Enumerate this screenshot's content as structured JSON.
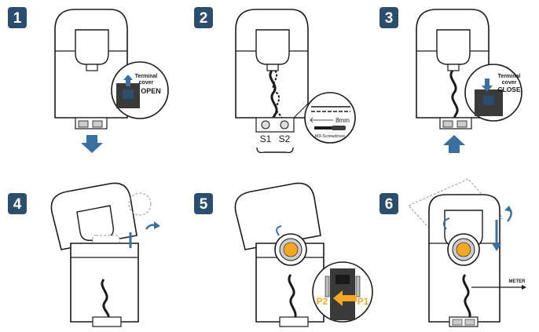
{
  "steps": [
    {
      "number": "1",
      "callout_line1": "Terminal",
      "callout_line2": "cover",
      "callout_line3": "OPEN"
    },
    {
      "number": "2",
      "terminal_left": "S1",
      "terminal_right": "S2",
      "strip_length": "8mm",
      "tool": "M3-Screwdriver"
    },
    {
      "number": "3",
      "callout_line1": "Terminal",
      "callout_line2": "cover",
      "callout_line3": "CLOSE"
    },
    {
      "number": "4"
    },
    {
      "number": "5",
      "label_left": "P2",
      "label_right": "P1"
    },
    {
      "number": "6",
      "meter_label": "METER"
    }
  ],
  "colors": {
    "badge": "#2b4d6e",
    "arrow": "#3b6f9f",
    "terminal_dark": "#3a3a3a",
    "orange": "#f5a623",
    "line": "#1a1a1a"
  }
}
